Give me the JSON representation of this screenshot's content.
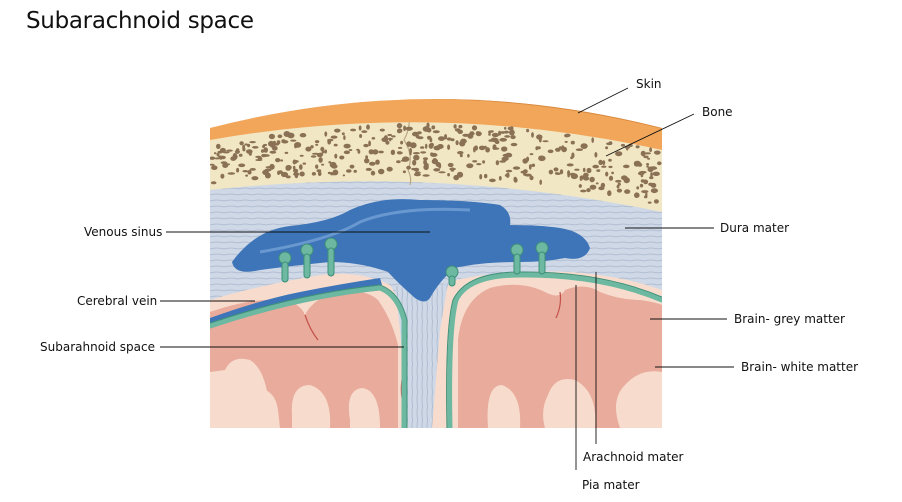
{
  "title": "Subarachnoid space",
  "labels": {
    "skin": "Skin",
    "bone": "Bone",
    "venous_sinus": "Venous sinus",
    "dura_mater": "Dura mater",
    "cerebral_vein": "Cerebral vein",
    "brain_grey": "Brain- grey matter",
    "subarachnoid_space": "Subarahnoid space",
    "brain_white": "Brain- white matter",
    "arachnoid_mater": "Arachnoid mater",
    "pia_mater": "Pia mater"
  },
  "colors": {
    "skin": "#f2a65a",
    "bone": "#f1e7c4",
    "bone_pores": "#8a7055",
    "dura": "#c9d3e2",
    "venous_sinus": "#3d75b8",
    "arachnoid": "#6cb8a0",
    "grey_matter": "#e8ab9c",
    "white_matter": "#f7dccd"
  }
}
